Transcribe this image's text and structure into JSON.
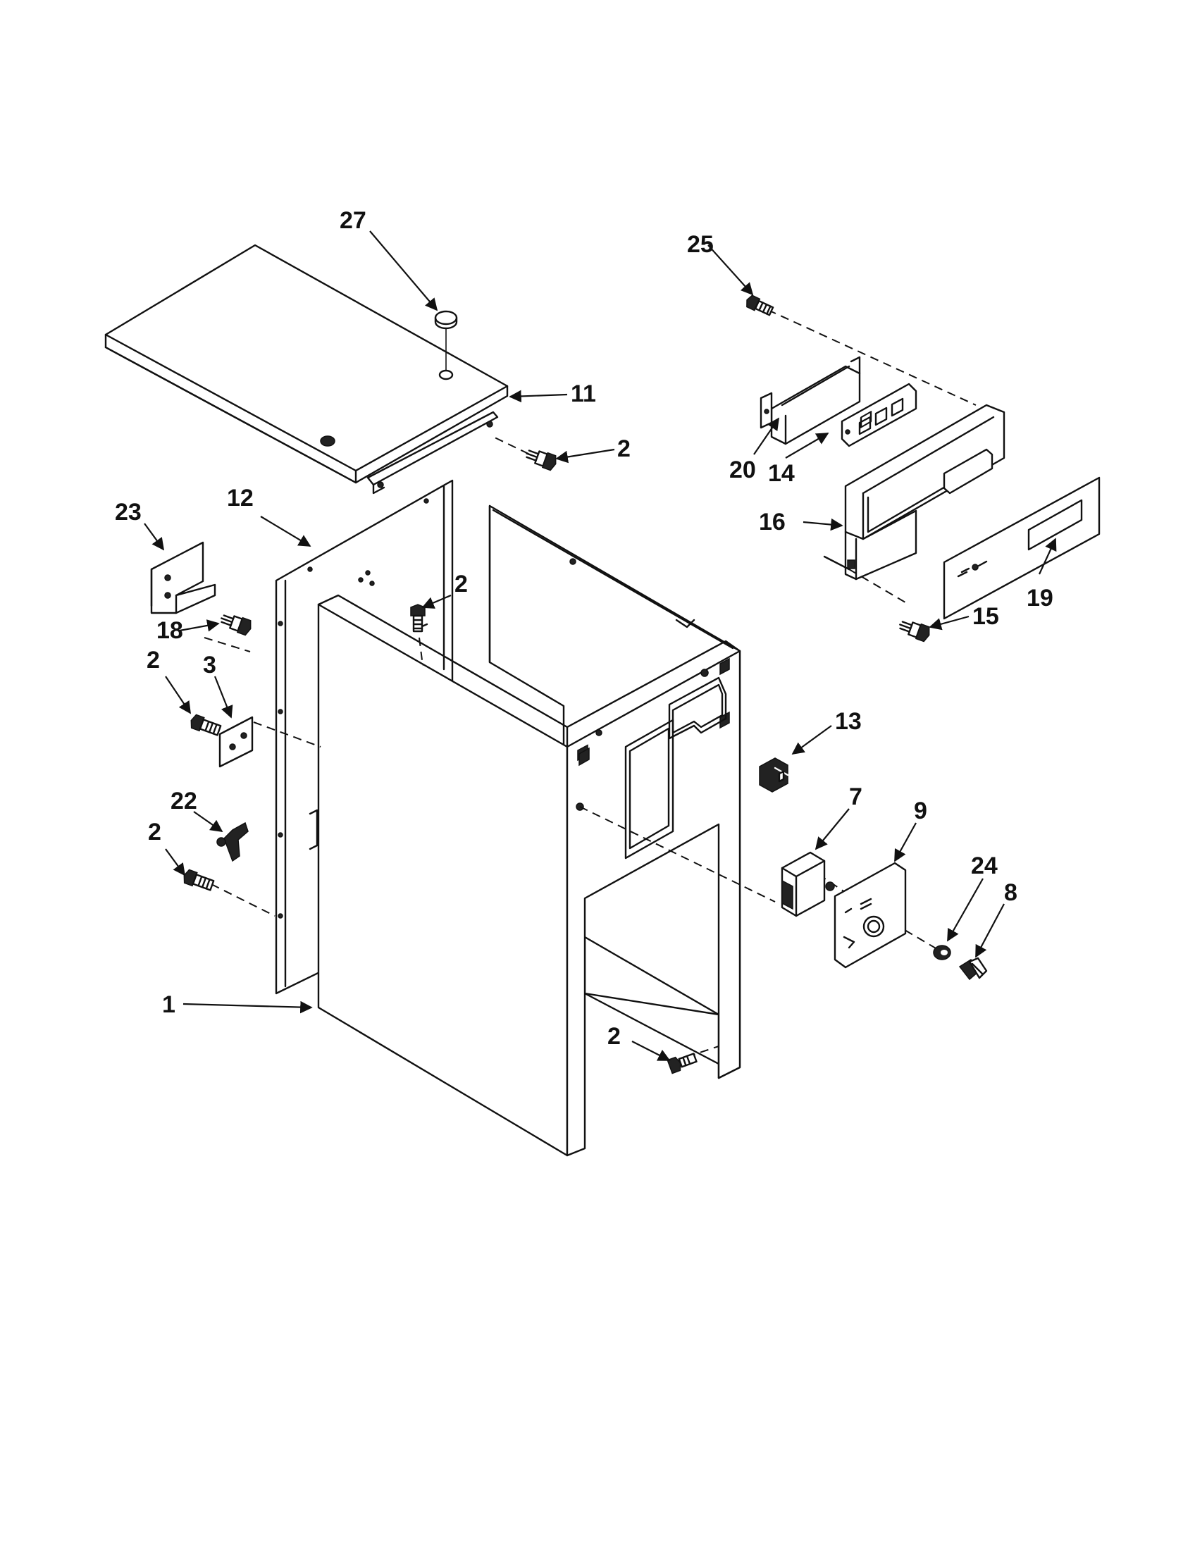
{
  "callouts": {
    "c27": "27",
    "c11": "11",
    "c2a": "2",
    "c25": "25",
    "c20": "20",
    "c14": "14",
    "c16": "16",
    "c19": "19",
    "c15": "15",
    "c23": "23",
    "c12": "12",
    "c2b": "2",
    "c18": "18",
    "c2c": "2",
    "c3": "3",
    "c22": "22",
    "c2d": "2",
    "c1": "1",
    "c13": "13",
    "c7": "7",
    "c9": "9",
    "c24": "24",
    "c8": "8",
    "c2e": "2"
  }
}
